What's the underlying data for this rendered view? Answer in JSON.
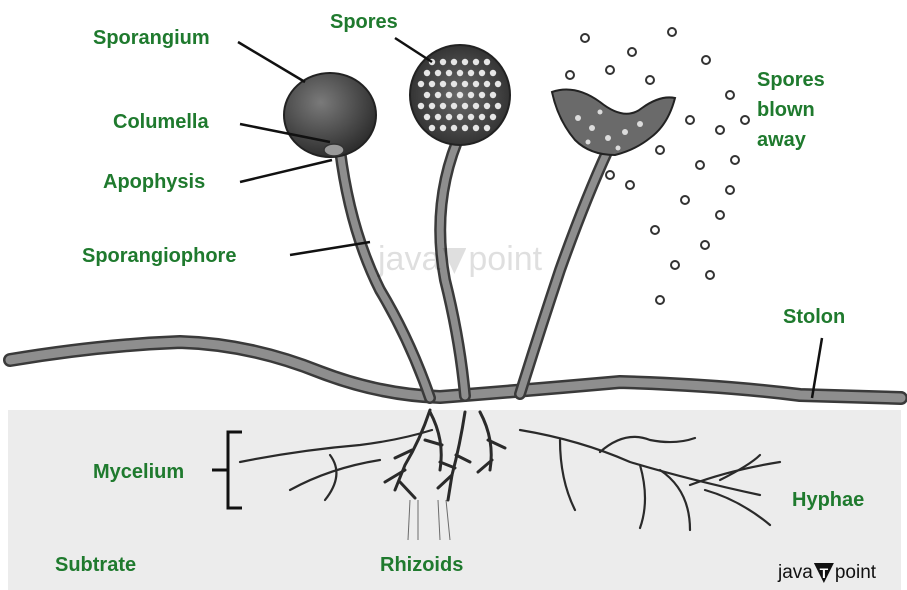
{
  "labels": {
    "sporangium": "Sporangium",
    "spores": "Spores",
    "columella": "Columella",
    "apophysis": "Apophysis",
    "sporangiophore": "Sporangiophore",
    "spores_blown_1": "Spores",
    "spores_blown_2": "blown",
    "spores_blown_3": "away",
    "stolon": "Stolon",
    "mycelium": "Mycelium",
    "hyphae": "Hyphae",
    "subtrate": "Subtrate",
    "rhizoids": "Rhizoids"
  },
  "brand": {
    "left": "java",
    "mark": "T",
    "right": "point"
  },
  "watermark": {
    "left": "java",
    "right": "point"
  },
  "colors": {
    "label": "#1f7a2e",
    "stalk": "#8e8e8e",
    "stalk_outline": "#3a3a3a",
    "substrate": "#ececec",
    "sporangium": "#555555"
  }
}
